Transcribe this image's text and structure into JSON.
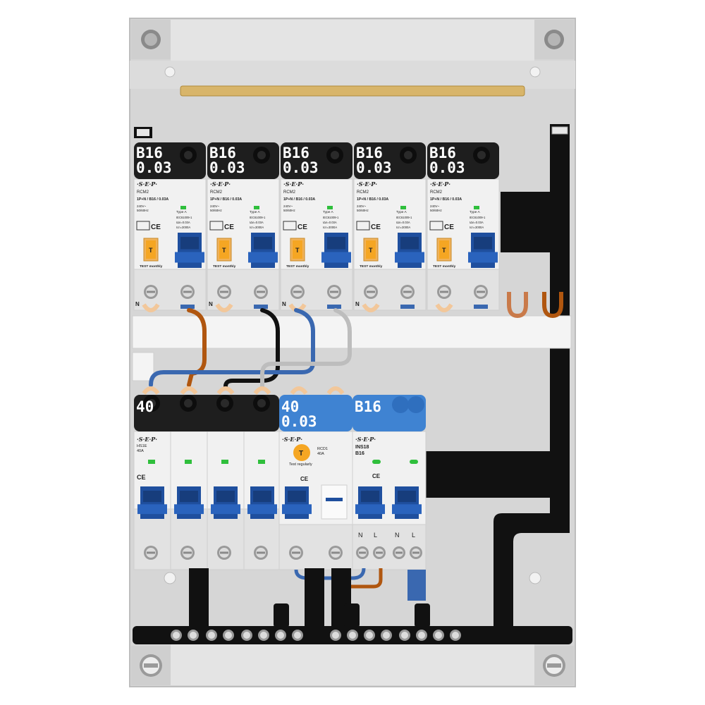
{
  "row1": [
    {
      "rating": "B16",
      "sens": "0.03",
      "brand": "·S·E·P·",
      "model": "RCM2",
      "spec": "1P+N / B16 / 0.03A",
      "volt": "240V~",
      "freq": "50/60Hz",
      "type": "Type A",
      "std": "IEC61009-1",
      "idn": "IΔn=0.03A",
      "icn": "Icn=3000A",
      "test": "TEST monthly",
      "n": "N"
    },
    {
      "rating": "B16",
      "sens": "0.03",
      "brand": "·S·E·P·",
      "model": "RCM2",
      "spec": "1P+N / B16 / 0.03A",
      "volt": "240V~",
      "freq": "50/60Hz",
      "type": "Type A",
      "std": "IEC61009-1",
      "idn": "IΔn=0.03A",
      "icn": "Icn=3000A",
      "test": "TEST monthly",
      "n": "N"
    },
    {
      "rating": "B16",
      "sens": "0.03",
      "brand": "·S·E·P·",
      "model": "RCM2",
      "spec": "1P+N / B16 / 0.03A",
      "volt": "240V~",
      "freq": "50/60Hz",
      "type": "Type A",
      "std": "IEC61009-1",
      "idn": "IΔn=0.03A",
      "icn": "Icn=3000A",
      "test": "TEST monthly",
      "n": "N"
    },
    {
      "rating": "B16",
      "sens": "0.03",
      "brand": "·S·E·P·",
      "model": "RCM2",
      "spec": "1P+N / B16 / 0.03A",
      "volt": "240V~",
      "freq": "50/60Hz",
      "type": "Type A",
      "std": "IEC61009-1",
      "idn": "IΔn=0.03A",
      "icn": "Icn=3000A",
      "test": "TEST monthly",
      "n": "N"
    },
    {
      "rating": "B16",
      "sens": "0.03",
      "brand": "·S·E·P·",
      "model": "RCM2",
      "spec": "1P+N / B16 / 0.03A",
      "volt": "240V~",
      "freq": "50/60Hz",
      "type": "Type A",
      "std": "IEC61009-1",
      "idn": "IΔn=0.03A",
      "icn": "Icn=3000A",
      "test": "TEST monthly",
      "n": ""
    }
  ],
  "main_switch": {
    "rating": "40",
    "brand": "·S·E·P·",
    "model": "HS1E",
    "current": "40A"
  },
  "rcd": {
    "rating": "40",
    "sens": "0.03",
    "brand": "·S·E·P·",
    "model": "RCD1",
    "current": "40A",
    "test": "Test regularly"
  },
  "mcb": {
    "rating": "B16",
    "brand": "·S·E·P·",
    "model": "INS18",
    "current": "B16",
    "n1": "N",
    "l1": "L",
    "n2": "N",
    "l2": "L"
  },
  "colors": {
    "label_black": "#1e1e1e",
    "label_blue": "#3f83d2",
    "toggle_blue": "#1f4f9e",
    "test_orange": "#f5a623",
    "led_green": "#2fbf3c",
    "wire_brown": "#b0560f",
    "wire_blue": "#3a68b0",
    "wire_black": "#111111",
    "wire_grey": "#bdbdbd",
    "busbar_brass": "#d8b56a"
  }
}
